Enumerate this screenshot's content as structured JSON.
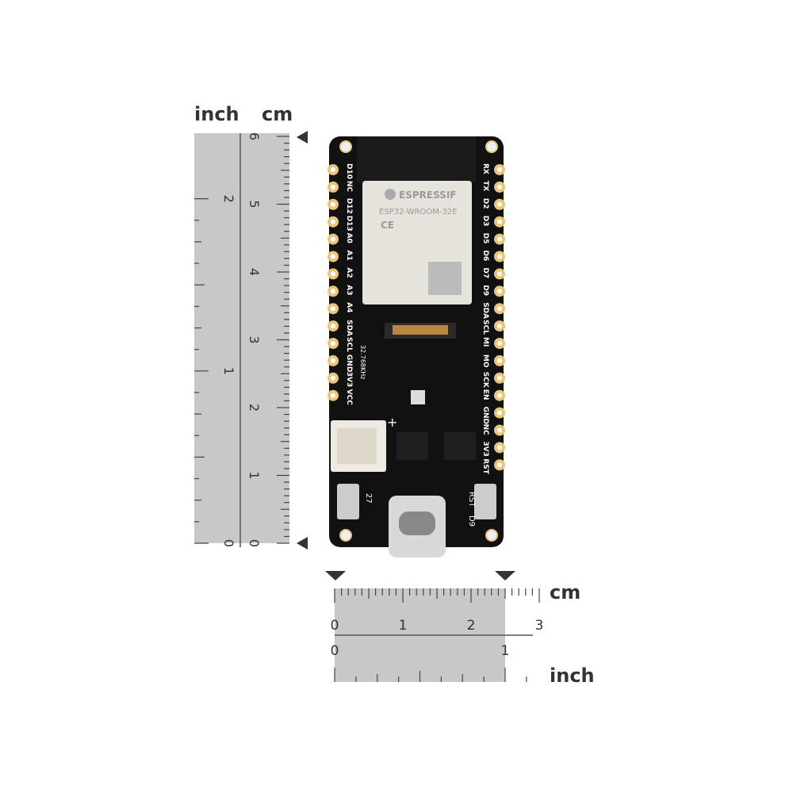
{
  "rulers": {
    "vertical": {
      "inch_label": "inch",
      "cm_label": "cm",
      "cm_ticks": [
        "0",
        "1",
        "2",
        "3",
        "4",
        "5",
        "6"
      ],
      "inch_ticks": [
        "0",
        "1",
        "2"
      ]
    },
    "horizontal": {
      "cm_label": "cm",
      "inch_label": "inch",
      "cm_ticks": [
        "0",
        "1",
        "2",
        "3"
      ],
      "inch_ticks": [
        "0",
        "1"
      ]
    }
  },
  "board": {
    "module_brand": "ESPRESSIF",
    "module_model": "ESP32-WROOM-32E",
    "module_mark": "CE",
    "crystal_label": "32.768KHz",
    "left_pins": [
      "D10",
      "NC",
      "D12",
      "D13",
      "A0",
      "A1",
      "A2",
      "A3",
      "A4",
      "SDA",
      "SCL",
      "GND",
      "3V3",
      "VCC"
    ],
    "right_pins": [
      "RX",
      "TX",
      "D2",
      "D3",
      "D5",
      "D6",
      "D7",
      "D9",
      "SDA",
      "SCL",
      "MI",
      "MO",
      "SCK",
      "EN",
      "GND",
      "NC",
      "3V3",
      "RST"
    ],
    "button_label_left": "27",
    "button_label_right": "RST",
    "led_label": "D9",
    "battery_plus": "+",
    "colors": {
      "pcb": "#111111",
      "pad": "#e8c77a",
      "ruler": "#c8c8c8",
      "silkscreen": "#ffffff"
    }
  }
}
